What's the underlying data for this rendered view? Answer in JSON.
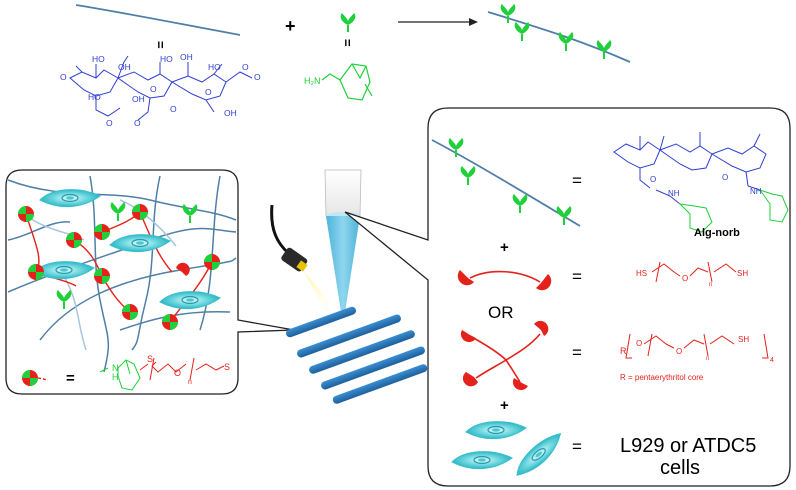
{
  "colors": {
    "alginate_backbone": "#4f7fa8",
    "chemistry_blue": "#2f3fd0",
    "norbornene_green": "#1fd03a",
    "crosslinker_red": "#e4221b",
    "cell_cyan": "#3ec9d4",
    "printer_nozzle": "#5fc0dc",
    "printed_strand": "#2f7fc4",
    "outline": "#222222"
  },
  "top": {
    "equals_1": "=",
    "plus": "+",
    "equals_2": "="
  },
  "norbornene_amine": {
    "label": "H₂N"
  },
  "alginate_structure": {
    "labels": [
      "HO",
      "OH",
      "HO",
      "OH",
      "HO",
      "OH",
      "HO",
      "OH",
      "O",
      "O",
      "O",
      "O",
      "O",
      "O",
      "O",
      "O"
    ]
  },
  "right_panel": {
    "equals_alg": "=",
    "alg_norb_label": "Alg-norb",
    "plus_1": "+",
    "equals_linear": "=",
    "linear_label": "HS",
    "linear_label_end": "SH",
    "linear_n": "n",
    "linear_o": "O",
    "or_label": "OR",
    "equals_four_arm": "=",
    "four_arm_r": "R",
    "four_arm_sh": "SH",
    "four_arm_o": "O",
    "four_arm_n": "n",
    "four_arm_4": "4",
    "core_note": "R = pentaerythritol core",
    "plus_2": "+",
    "equals_cells": "=",
    "cells_line1": "L929 or ATDC5",
    "cells_line2": "cells",
    "amide_nh_1": "NH",
    "amide_nh_2": "NH",
    "amide_o_1": "O",
    "amide_o_2": "O"
  },
  "left_panel": {
    "equals_legend": "=",
    "legend_nh": "N",
    "legend_h": "H",
    "legend_s1": "S",
    "legend_o": "O",
    "legend_n": "n",
    "legend_s2": "S"
  }
}
